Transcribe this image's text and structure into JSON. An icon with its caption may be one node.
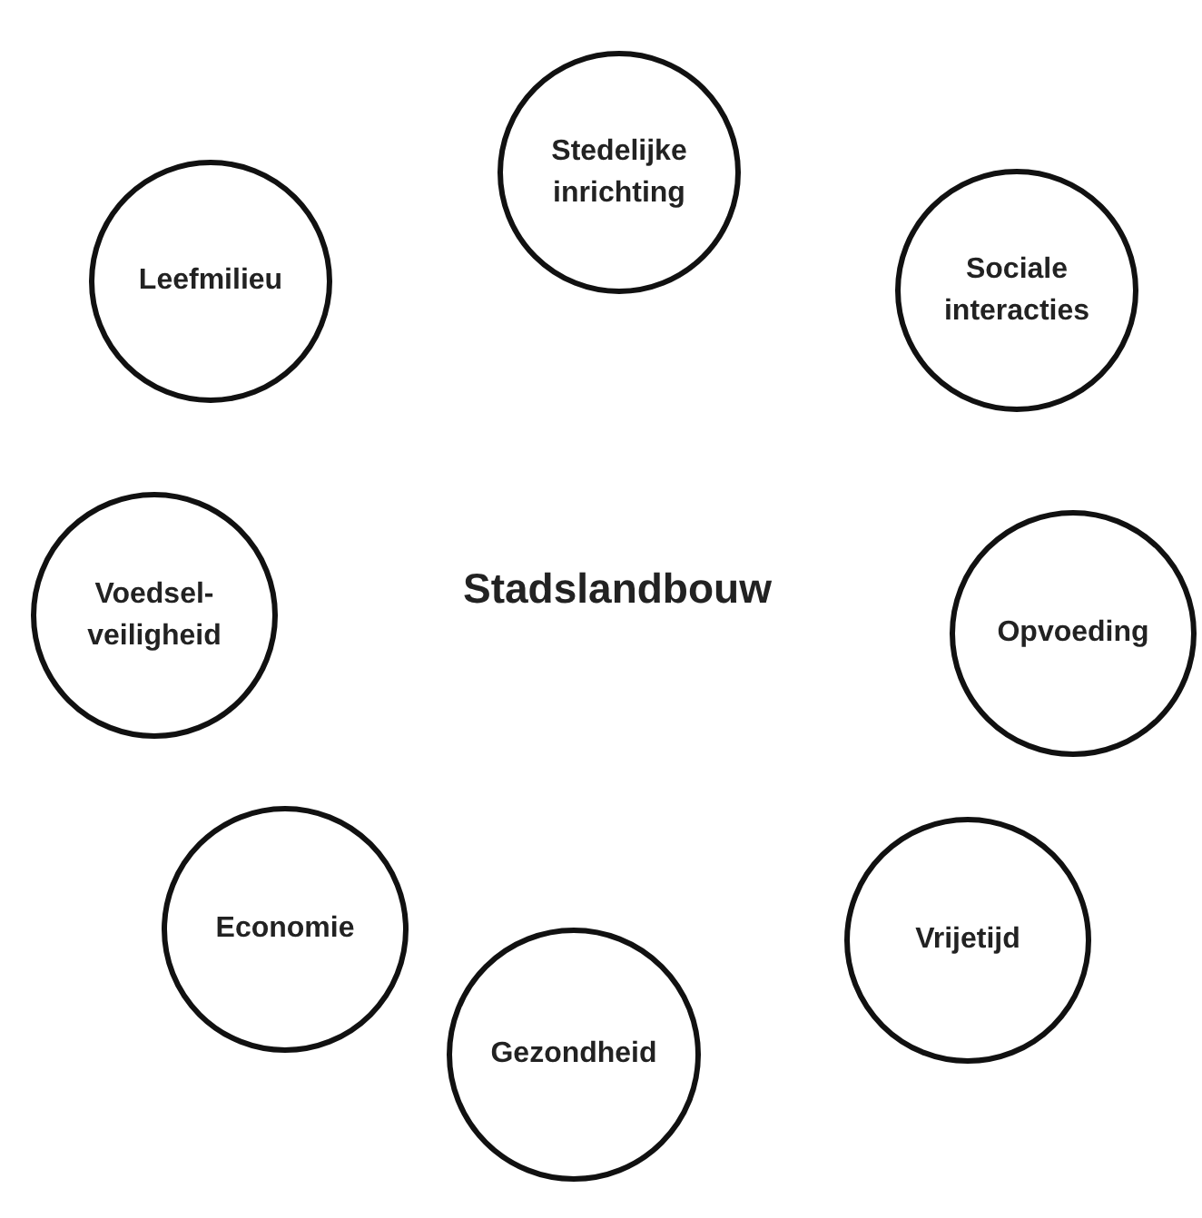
{
  "diagram": {
    "title": "Stadslandbouw",
    "nodes": [
      {
        "text": [
          "Stedelijke inrichting"
        ]
      },
      {
        "text": [
          "Leefmilieu"
        ]
      },
      {
        "text": [
          "Sociale interacties"
        ]
      },
      {
        "text": [
          "Voedsel- veiligheid"
        ]
      },
      {
        "text": [
          "Opvoeding"
        ]
      },
      {
        "text": [
          "Economie"
        ]
      },
      {
        "text": [
          "Vrijetijd"
        ]
      },
      {
        "text": [
          "Gezondheid"
        ]
      }
    ]
  }
}
